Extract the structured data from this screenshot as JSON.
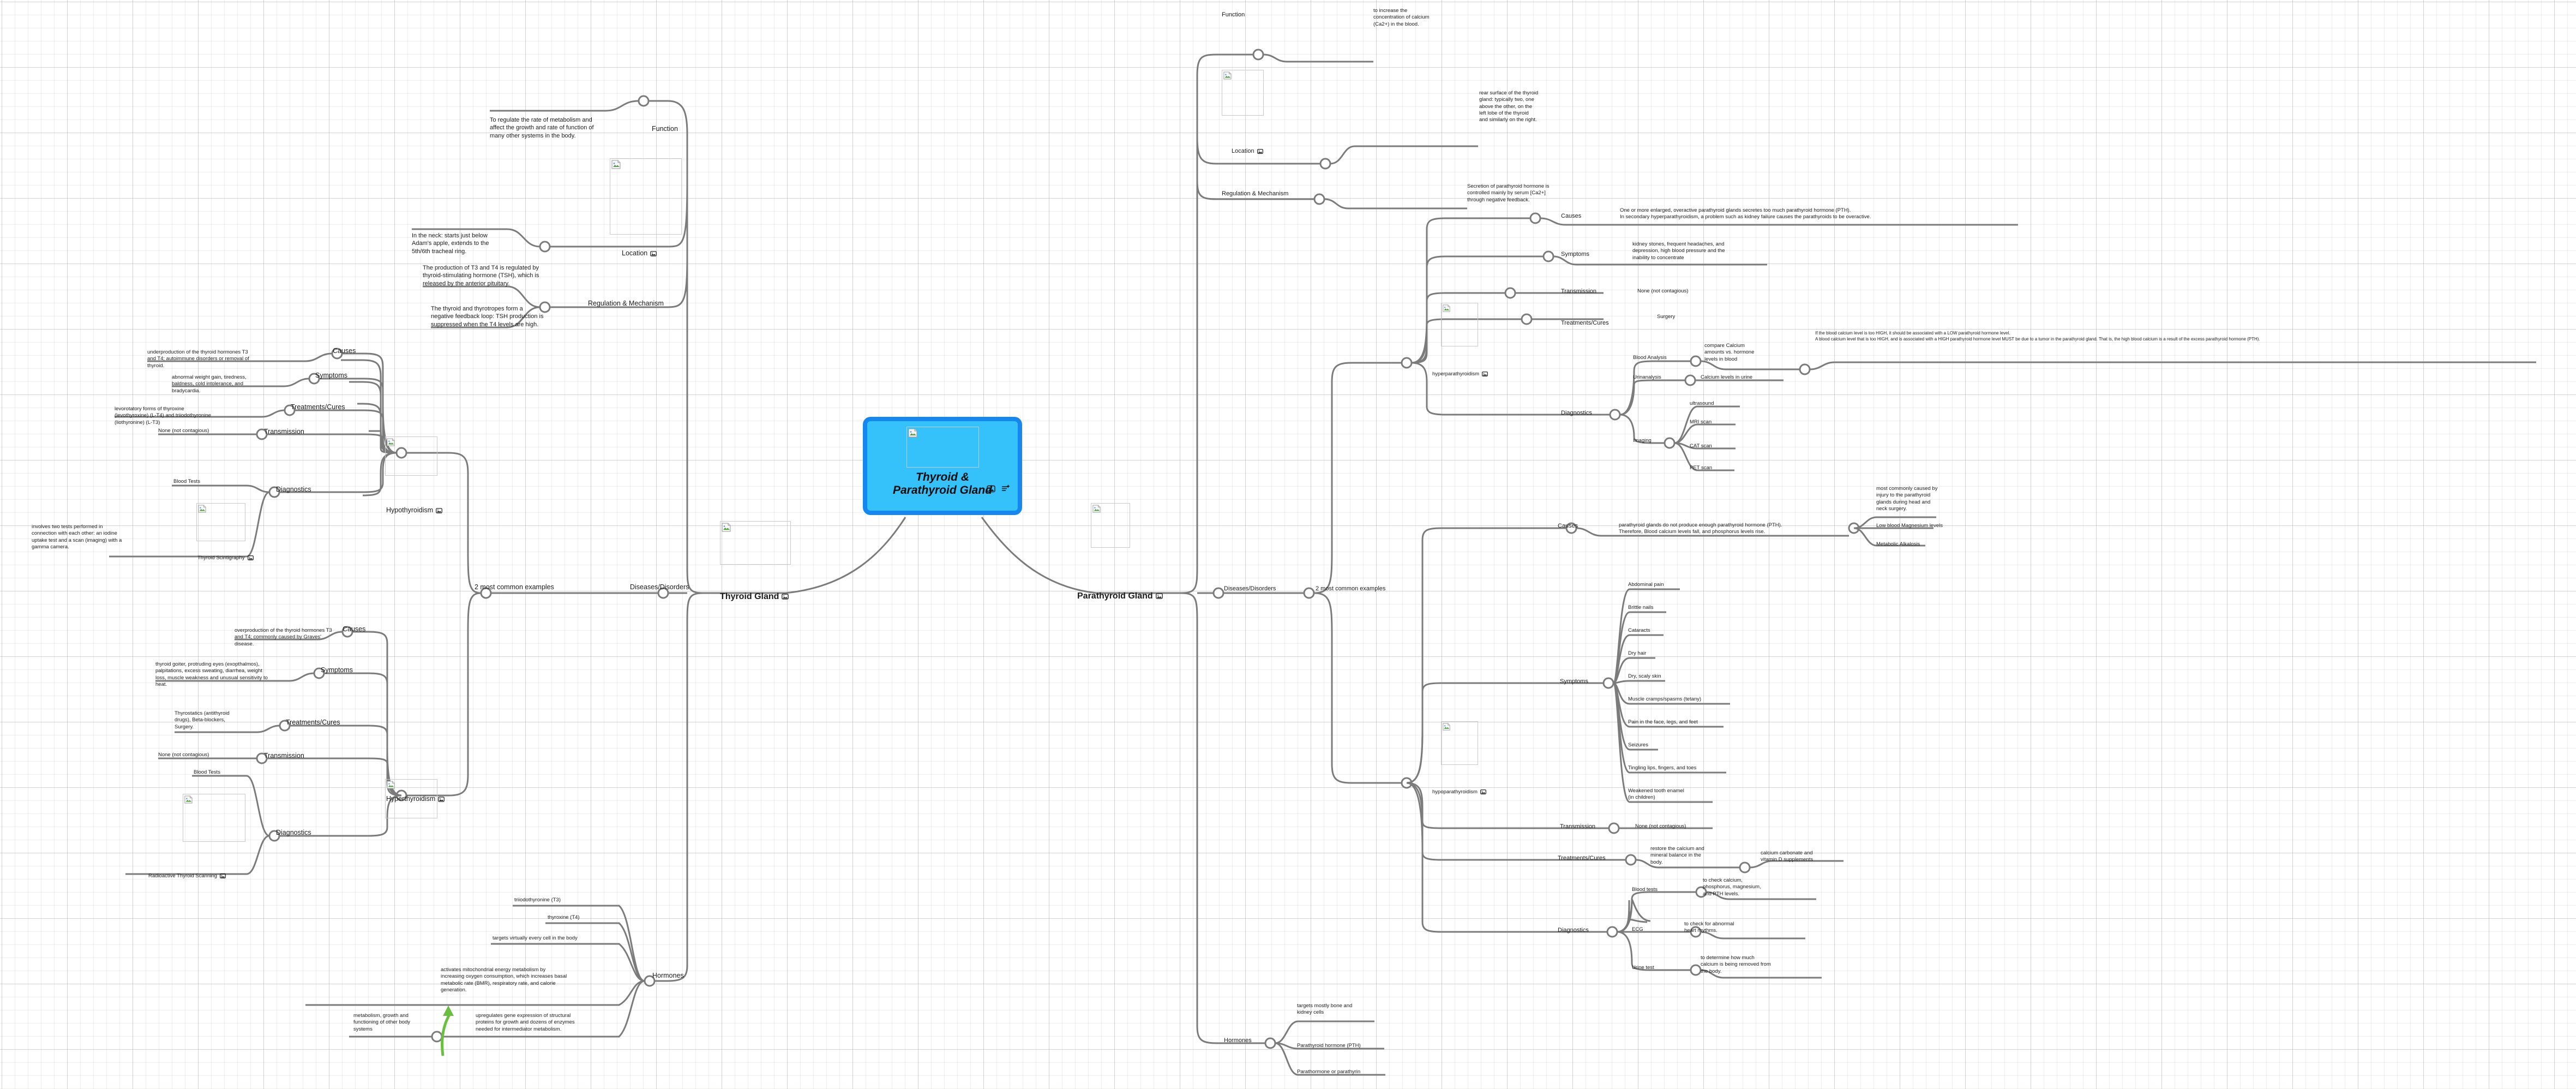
{
  "root": {
    "title": "Thyroid & Parathyroid\nGland",
    "fill": "#35c2fb",
    "stroke": "#1787f0",
    "image_icon": "image-icon",
    "note_icon": "add-note-icon"
  },
  "thyroid": {
    "label": "Thyroid Gland",
    "function": {
      "label": "Function",
      "detail": "To regulate the rate of metabolism and\naffect the growth and rate of function of\nmany other systems in the body."
    },
    "location": {
      "label": "Location",
      "detail": "In the neck: starts just below\nAdam's apple, extends to the\n5th/6th tracheal ring."
    },
    "regulation": {
      "label": "Regulation & Mechanism",
      "details": [
        "The production of T3 and T4 is regulated by\nthyroid-stimulating hormone (TSH), which is\nreleased by the anterior pituitary.",
        "The thyroid and thyrotropes form a\nnegative feedback loop: TSH production is\nsuppressed when the T4 levels are high."
      ]
    },
    "diseases": {
      "label": "Diseases/Disorders",
      "examples_label": "2 most common examples",
      "items": [
        {
          "name": "Hypothyroidism",
          "causes_label": "Causes",
          "causes": "underproduction of the thyroid hormones T3\nand T4; autoimmune disorders or removal of\nthyroid.",
          "symptoms_label": "Symptoms",
          "symptoms": "abnormal weight gain, tiredness,\nbaldness, cold intolerance, and\nbradycardia.",
          "treatments_label": "Treatments/Cures",
          "treatments": "levorotatory forms of thyroxine\n(levothyroxine) (L-T4) and triiodothyronine\n(liothyronine) (L-T3)",
          "transmission_label": "Transmission",
          "transmission": "None (not contagious)",
          "diagnostics_label": "Diagnostics",
          "diagnostics": [
            {
              "name": "Blood Tests",
              "detail": ""
            },
            {
              "name": "Thyroid Scintigraphy",
              "detail": "involves two tests performed in\nconnection with each other: an iodine\nuptake test and a scan (imaging) with a\ngamma camera."
            }
          ]
        },
        {
          "name": "Hyperthyroidism",
          "causes_label": "Causes",
          "causes": "overproduction of the thyroid hormones T3\nand T4; commonly caused by Graves'\ndisease.",
          "symptoms_label": "Symptoms",
          "symptoms": "thyroid goiter, protruding eyes (exopthalmos),\npalpitations, excess sweating, diarrhea, weight\nloss, muscle weakness and unusual sensitivity to\nheat.",
          "treatments_label": "Treatments/Cures",
          "treatments": "Thyrostatics (antithyroid\ndrugs), Beta-blockers,\nSurgery.",
          "transmission_label": "Transmission",
          "transmission": "None (not contagious)",
          "diagnostics_label": "Diagnostics",
          "diagnostics": [
            {
              "name": "Blood Tests",
              "detail": ""
            },
            {
              "name": "Radioactive Thyroid Scanning",
              "detail": ""
            }
          ]
        }
      ]
    },
    "hormones": {
      "label": "Hormones",
      "items": [
        "triiodothyronine (T3)",
        "thyroxine (T4)",
        "targets virtually every cell in the body",
        "activates mitochondrial energy metabolism by\nincreasing oxygen consumption, which increases basal\nmetabolic rate (BMR), respiratory rate, and calorie\ngeneration.",
        "upregulates gene expression of structural\nproteins for growth and dozens of enzymes\nneeded for intermediator metabolism."
      ],
      "annotation": "metabolism, growth and\nfunctioning of other body\nsystems",
      "annotation_arrow_color": "#6abf3f"
    }
  },
  "parathyroid": {
    "label": "Parathyroid Gland",
    "function": {
      "label": "Function",
      "detail": "to increase the\nconcentration of calcium\n(Ca2+) in the blood."
    },
    "location": {
      "label": "Location",
      "detail": "rear surface of the thyroid\ngland: typically two, one\nabove the other, on the\nleft lobe of the thyroid\nand similarly on the right."
    },
    "regulation": {
      "label": "Regulation & Mechanism",
      "detail": "Secretion of parathyroid hormone is\ncontrolled mainly by serum [Ca2+]\nthrough negative feedback."
    },
    "diseases": {
      "label": "Diseases/Disorders",
      "examples_label": "2 most common examples",
      "items": [
        {
          "name": "hyperparathyroidism",
          "causes_label": "Causes",
          "causes": "One or more enlarged, overactive parathyroid glands secretes too much parathyroid hormone (PTH).\nIn secondary hyperparathyroidism, a problem such as kidney failure causes the parathyroids to be overactive.",
          "symptoms_label": "Symptoms",
          "symptoms": "kidney stones, frequent headaches, and\ndepression, high blood pressure and the\ninability to concentrate",
          "transmission_label": "Transmission",
          "transmission": "None (not contagious)",
          "treatments_label": "Treatments/Cures",
          "treatments": "Surgery",
          "diagnostics_label": "Diagnostics",
          "diagnostics": [
            {
              "name": "Blood Analysis",
              "detail": "compare Calcium\namounts vs. hormone\nlevels in blood",
              "note": "If the blood calcium level is too HIGH, it should be associated with a LOW parathyroid hormone level.\nA blood calcium level that is too HIGH, and is associated with a HIGH parathyroid hormone level MUST be due to a tumor in the parathyroid gland. That is, the high blood calcium is a result of the excess parathyroid hormone (PTH)."
            },
            {
              "name": "Urinanalysis",
              "detail": "Calcium levels in urine"
            },
            {
              "name": "Imaging",
              "detail": "",
              "children": [
                "ultrasound",
                "MRI scan",
                "CAT scan",
                "PET scan"
              ]
            }
          ]
        },
        {
          "name": "hypoparathyroidism",
          "causes_label": "Causes",
          "causes": "parathyroid glands do not produce enough parathyroid hormone (PTH).\nTherefore, Blood calcium levels fall, and phosphorus levels rise.",
          "causes_children": [
            "most commonly caused by\ninjury to the parathyroid\nglands during head and\nneck surgery.",
            "Low blood Magnesium levels",
            "Metabolic Alkalosis"
          ],
          "symptoms_label": "Symptoms",
          "symptoms_list": [
            "Abdominal pain",
            "Brittle nails",
            "Cataracts",
            "Dry hair",
            "Dry, scaly skin",
            "Muscle cramps/spasms (tetany)",
            "Pain in the face, legs, and feet",
            "Seizures",
            "Tingling lips, fingers, and toes",
            "Weakened tooth enamel\n(in children)"
          ],
          "transmission_label": "Transmission",
          "transmission": "None (not contagious)",
          "treatments_label": "Treatments/Cures",
          "treatments": "restore the calcium and\nmineral balance in the\nbody.",
          "treatments_child": "calcium carbonate and\nvitamin D supplements",
          "diagnostics_label": "Diagnostics",
          "diagnostics": [
            {
              "name": "Blood tests",
              "detail": "to check calcium,\nphosphorus, magnesium,\nand PTH levels."
            },
            {
              "name": "ECG",
              "detail": "to check for abnormal\nheart rhythms."
            },
            {
              "name": "Urine test",
              "detail": "to determine how much\ncalcium is being removed from\nthe body."
            }
          ]
        }
      ]
    },
    "hormones": {
      "label": "Hormones",
      "items": [
        "targets mostly bone and\nkidney cells",
        "Parathyroid hormone (PTH)",
        "Parathormone or parathyrin"
      ]
    }
  }
}
